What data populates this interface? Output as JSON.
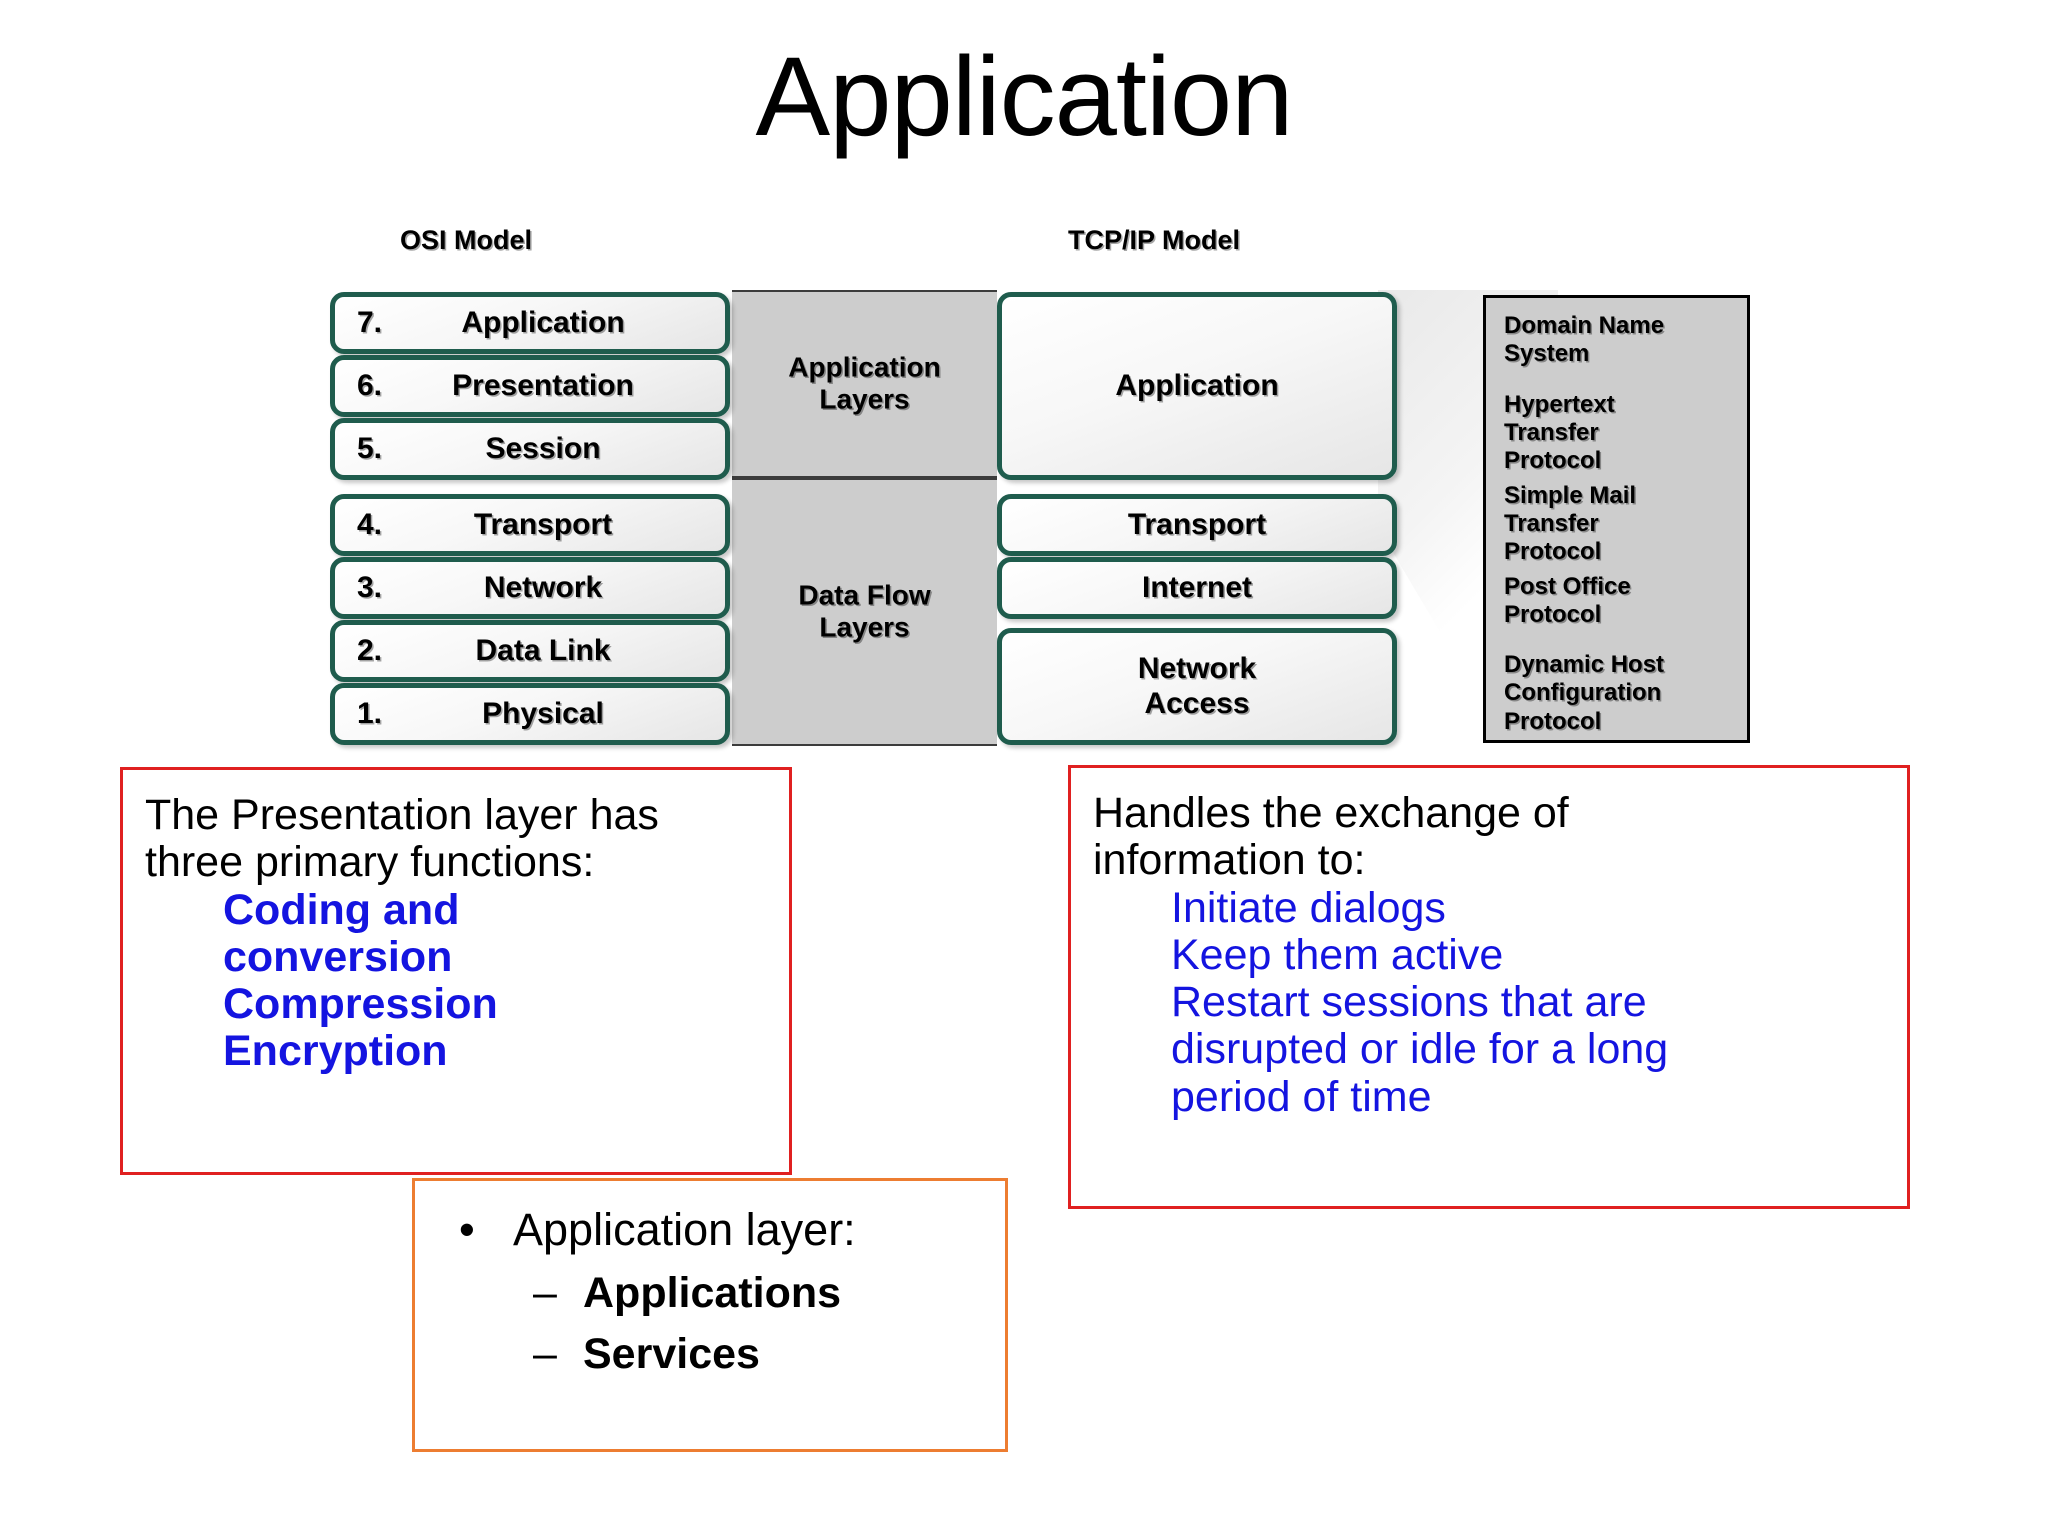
{
  "slide": {
    "title": "Application"
  },
  "diagram": {
    "osi_header": "OSI Model",
    "tcp_header": "TCP/IP Model",
    "osi_layers": [
      {
        "num": "7.",
        "name": "Application"
      },
      {
        "num": "6.",
        "name": "Presentation"
      },
      {
        "num": "5.",
        "name": "Session"
      },
      {
        "num": "4.",
        "name": "Transport"
      },
      {
        "num": "3.",
        "name": "Network"
      },
      {
        "num": "2.",
        "name": "Data Link"
      },
      {
        "num": "1.",
        "name": "Physical"
      }
    ],
    "band_labels": [
      "Application\nLayers",
      "Data Flow\nLayers"
    ],
    "band_label_app_line1": "Application",
    "band_label_app_line2": "Layers",
    "band_label_flow_line1": "Data Flow",
    "band_label_flow_line2": "Layers",
    "tcp_layers": [
      {
        "name": "Application"
      },
      {
        "name": "Transport"
      },
      {
        "name": "Internet"
      },
      {
        "name": "Network\nAccess"
      }
    ],
    "tcp_network_line1": "Network",
    "tcp_network_line2": "Access",
    "protocols": [
      {
        "line1": "Domain Name",
        "line2": "System",
        "line3": ""
      },
      {
        "line1": "Hypertext",
        "line2": "Transfer",
        "line3": "Protocol"
      },
      {
        "line1": "Simple Mail",
        "line2": "Transfer",
        "line3": "Protocol"
      },
      {
        "line1": "Post Office",
        "line2": "Protocol",
        "line3": ""
      },
      {
        "line1": "Dynamic Host",
        "line2": "Configuration",
        "line3": "Protocol"
      }
    ],
    "colors": {
      "box_border": "#1f5c4d",
      "band_fill": "#cdcdcd",
      "protocol_fill": "#cdcdcd"
    }
  },
  "callouts": {
    "presentation": {
      "lead_line1": "The Presentation layer has",
      "lead_line2": "three primary functions:",
      "items": [
        "Coding and",
        "conversion",
        "Compression",
        "Encryption"
      ],
      "border_color": "#e02020",
      "text_color": "#1414e0"
    },
    "session": {
      "lead_line1": "Handles the exchange of",
      "lead_line2": "information to:",
      "items": [
        "Initiate dialogs",
        "Keep them active",
        "Restart sessions that are",
        "disrupted or idle for a long",
        "period of time"
      ],
      "border_color": "#e02020",
      "text_color": "#1414e0"
    },
    "application": {
      "bullet_mark": "•",
      "bullet_text": "Application layer:",
      "dash_mark": "–",
      "sub_items": [
        "Applications",
        "Services"
      ],
      "border_color": "#ed7d31"
    }
  }
}
